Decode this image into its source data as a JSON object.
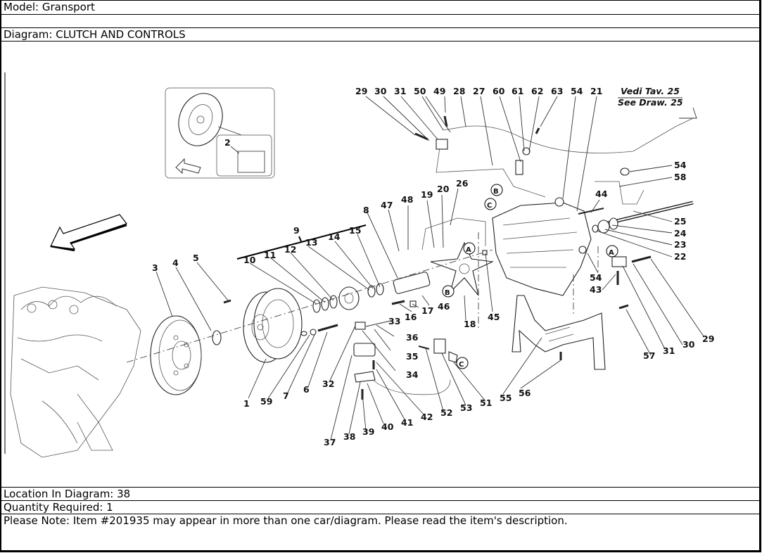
{
  "header": {
    "model": "Model: Gransport",
    "diagram": "Diagram: CLUTCH AND CONTROLS"
  },
  "footer": {
    "location": "Location In Diagram: 38",
    "quantity": "Quantity Required: 1",
    "note": "Please Note: Item #201935 may appear in more than one car/diagram. Please read the item's description."
  },
  "diagram": {
    "reference_it": "Vedi Tav. 25",
    "reference_en": "See Draw. 25",
    "inset_label": "2",
    "markers": [
      "A",
      "B",
      "C"
    ],
    "callouts_top": [
      "29",
      "30",
      "31",
      "50",
      "49",
      "28",
      "27",
      "60",
      "61",
      "62",
      "63",
      "54",
      "21"
    ],
    "callouts_right": [
      "54",
      "58",
      "44",
      "25",
      "24",
      "23",
      "22",
      "54",
      "43",
      "29",
      "30",
      "31",
      "57"
    ],
    "callouts_left": [
      "3",
      "4",
      "5",
      "9",
      "10",
      "11",
      "12",
      "13",
      "14",
      "15",
      "8",
      "47",
      "48",
      "19",
      "20",
      "26"
    ],
    "callouts_middle": [
      "16",
      "17",
      "46",
      "18",
      "45",
      "33",
      "36",
      "35",
      "34"
    ],
    "callouts_bottom": [
      "1",
      "59",
      "7",
      "6",
      "32",
      "37",
      "38",
      "39",
      "40",
      "41",
      "42",
      "52",
      "53",
      "51",
      "55",
      "56"
    ]
  }
}
